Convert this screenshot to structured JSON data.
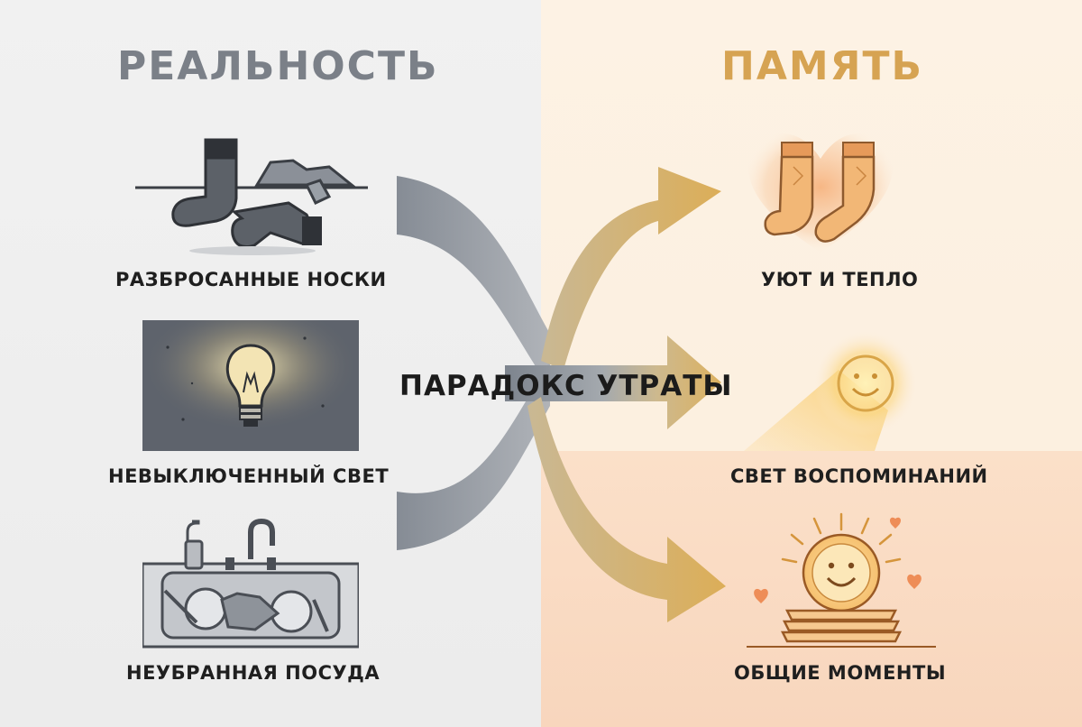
{
  "headings": {
    "reality": "РЕАЛЬНОСТЬ",
    "memory": "ПАМЯТЬ"
  },
  "center": {
    "title": "ПАРАДОКС УТРАТЫ"
  },
  "reality_items": [
    {
      "label": "РАЗБРОСАННЫЕ НОСКИ",
      "icon": "socks-icon"
    },
    {
      "label": "НЕВЫКЛЮЧЕННЫЙ СВЕТ",
      "icon": "lightbulb-icon"
    },
    {
      "label": "НЕУБРАННАЯ ПОСУДА",
      "icon": "sink-dishes-icon"
    }
  ],
  "memory_items": [
    {
      "label": "УЮТ И ТЕПЛО",
      "icon": "warm-socks-heart-icon"
    },
    {
      "label": "СВЕТ ВОСПОМИНАНИЙ",
      "icon": "smiling-light-icon"
    },
    {
      "label": "ОБЩИЕ МОМЕНТЫ",
      "icon": "smiling-plates-icon"
    }
  ],
  "colors": {
    "reality_heading": "#7b8088",
    "memory_heading": "#d6a352",
    "arrow_gray": "#8e959f",
    "arrow_gold": "#d8ae5a",
    "label_text": "#1f1f1f"
  }
}
